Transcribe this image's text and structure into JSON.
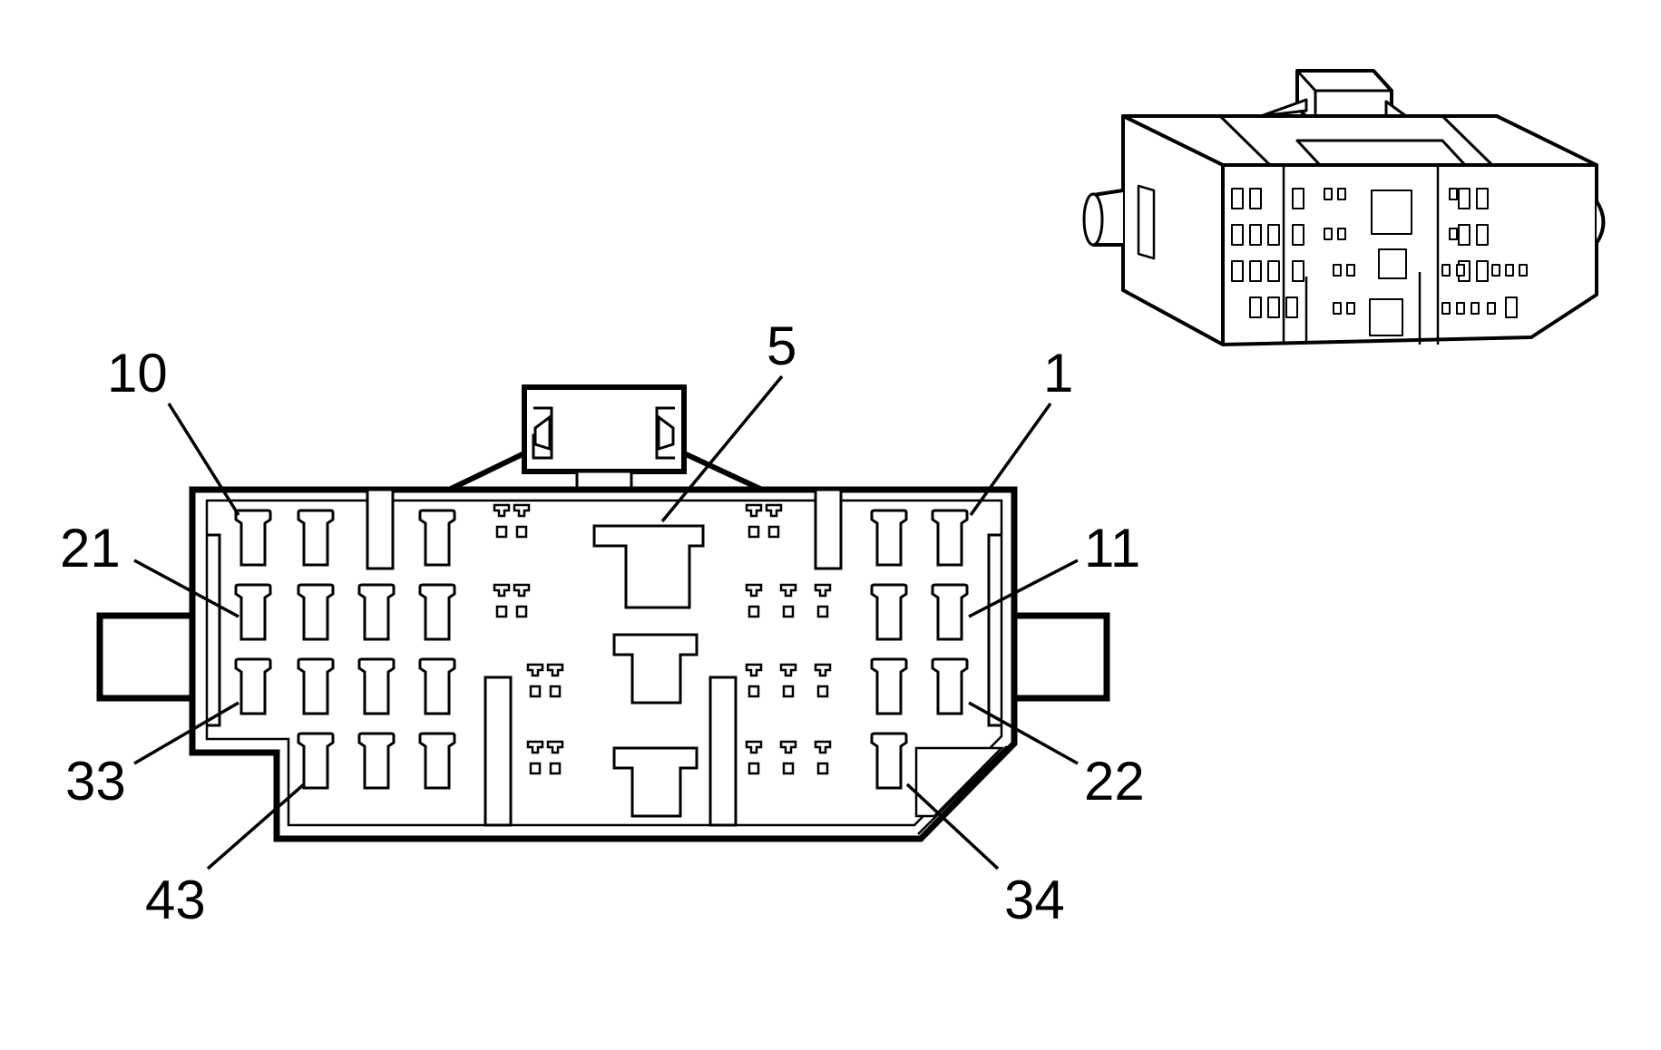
{
  "labels": {
    "pin_1": "1",
    "pin_5": "5",
    "pin_10": "10",
    "pin_11": "11",
    "pin_21": "21",
    "pin_22": "22",
    "pin_33": "33",
    "pin_34": "34",
    "pin_43": "43"
  }
}
